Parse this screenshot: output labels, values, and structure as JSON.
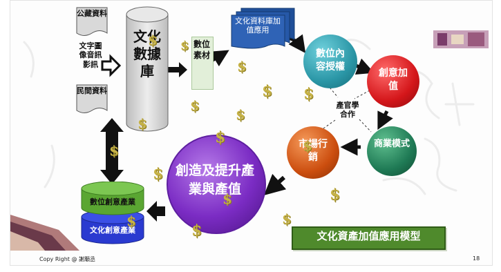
{
  "sources": {
    "public_collection": "公藏資料",
    "media_types": "文字圖像音訊影訊",
    "private_collection": "民間資料"
  },
  "database": "文化數據庫",
  "digital_material": "數位素材",
  "app_docs": "文化資料庫加值應用",
  "licensing": "數位內容授權",
  "value_creation": "創意加值",
  "business_model": "商業模式",
  "marketing": "市場行銷",
  "collaboration": "產官學合作",
  "industry_value": "創造及提升產業與產值",
  "industry_stack": {
    "top": "數位創意產業",
    "bottom": "文化創意產業"
  },
  "model_title": "文化資產加值應用模型",
  "footer": {
    "copyright": "Copy Right @ 謝顒丞",
    "page_number": "18"
  },
  "dollar_symbol": "$",
  "colors": {
    "teal": "#2a96a6",
    "red": "#d4161a",
    "green": "#1f7a55",
    "orange": "#cc4e0f",
    "purple": "#7b2cc4",
    "db_green": "#5aa632",
    "db_blue": "#2a3ad0",
    "title_green": "#4f8a2c"
  }
}
